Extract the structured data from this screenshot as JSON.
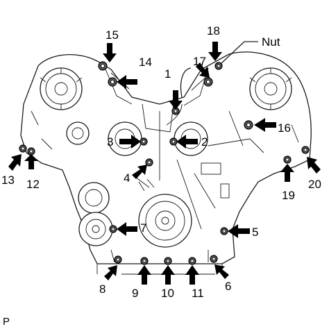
{
  "diagram": {
    "labels": {
      "l1": "1",
      "l2": "2",
      "l3": "3",
      "l4": "4",
      "l5": "5",
      "l6": "6",
      "l7": "7",
      "l8": "8",
      "l9": "9",
      "l10": "10",
      "l11": "11",
      "l12": "12",
      "l13": "13",
      "l14": "14",
      "l15": "15",
      "l16": "16",
      "l17": "17",
      "l18": "18",
      "l19": "19",
      "l20": "20",
      "nut": "Nut",
      "corner": "P"
    }
  }
}
